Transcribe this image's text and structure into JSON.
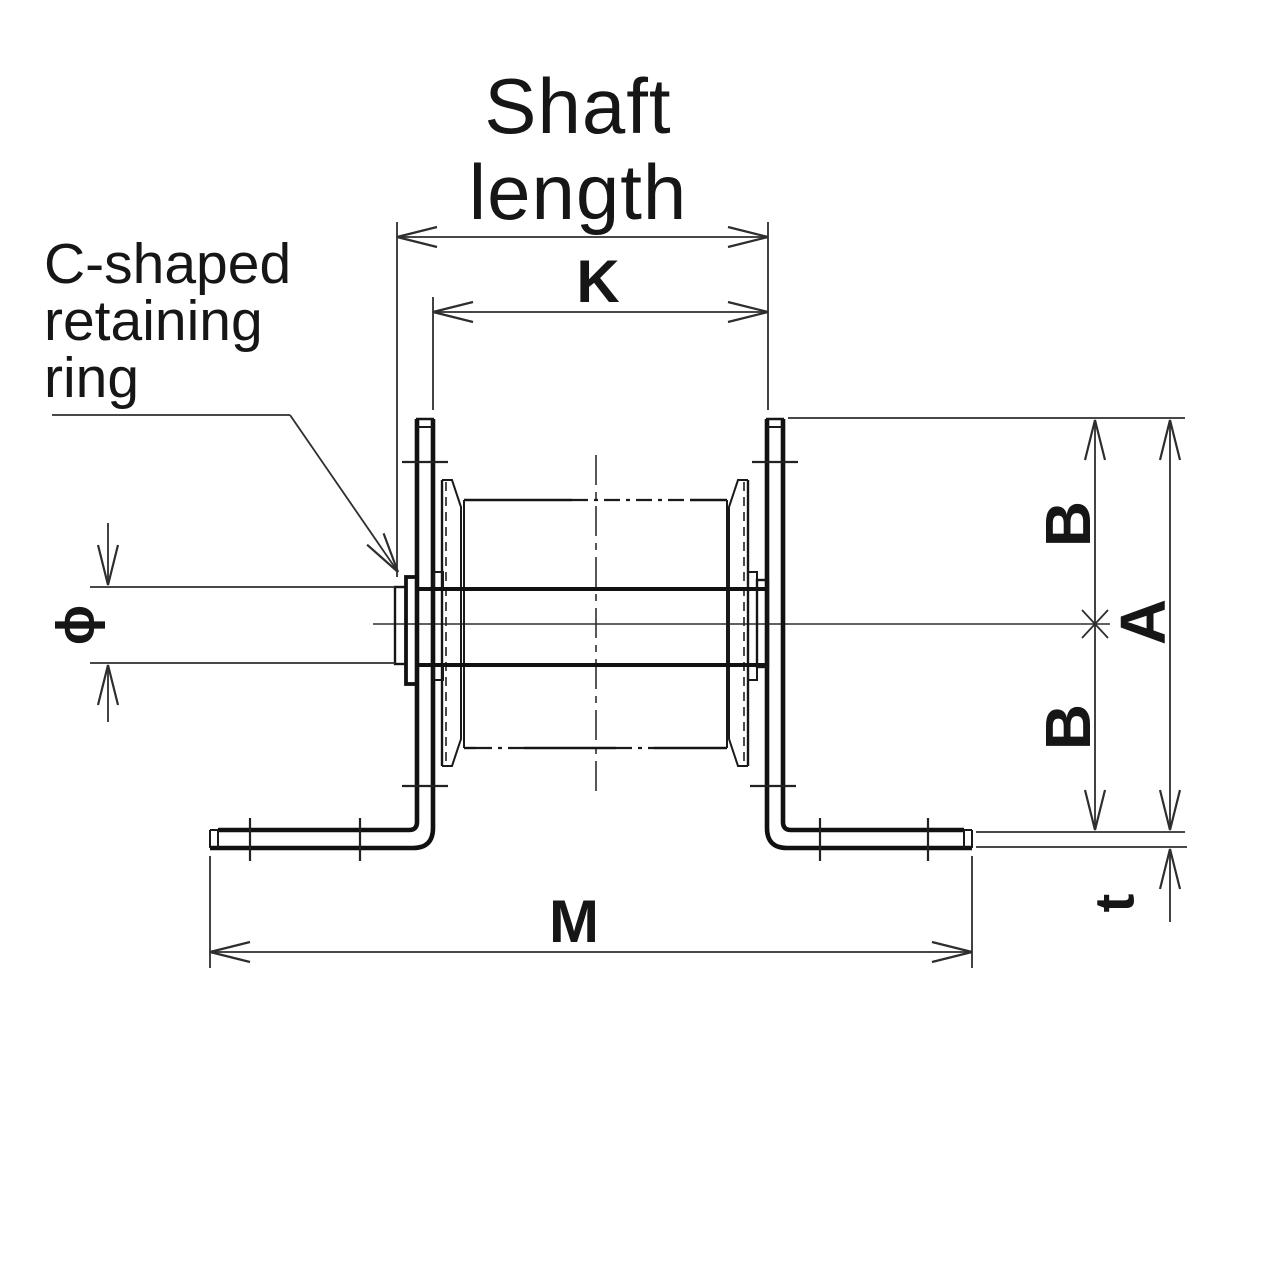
{
  "title": {
    "line1": "Shaft",
    "line2": "length"
  },
  "callout": {
    "line1": "C-shaped",
    "line2": "retaining",
    "line3": "ring"
  },
  "dimensions": {
    "k": "K",
    "m": "M",
    "b_upper": "B",
    "a": "A",
    "b_lower": "B",
    "t": "t",
    "diameter": "ϕ"
  },
  "colors": {
    "background": "#ffffff",
    "line": "#2e2e2e",
    "object_line": "#151515",
    "thick_line": "#111111",
    "text": "#161616"
  }
}
